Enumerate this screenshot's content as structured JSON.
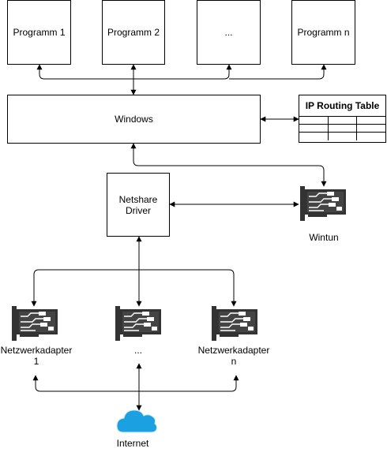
{
  "programs": [
    "Programm 1",
    "Programm 2",
    "...",
    "Programm n"
  ],
  "windows_label": "Windows",
  "routing_table": {
    "title": "IP Routing Table",
    "rows": 3,
    "cols": 3
  },
  "driver_label_line1": "Netshare",
  "driver_label_line2": "Driver",
  "wintun_label": "Wintun",
  "adapters": [
    {
      "line1": "Netzwerkadapter",
      "line2": "1"
    },
    {
      "line1": "...",
      "line2": ""
    },
    {
      "line1": "Netzwerkadapter",
      "line2": "n"
    }
  ],
  "internet_label": "Internet",
  "colors": {
    "stroke": "#000000",
    "nic": "#333333",
    "cloud": "#1ba1e2"
  },
  "icons": {
    "adapter": "network-card-icon",
    "internet": "cloud-icon"
  }
}
